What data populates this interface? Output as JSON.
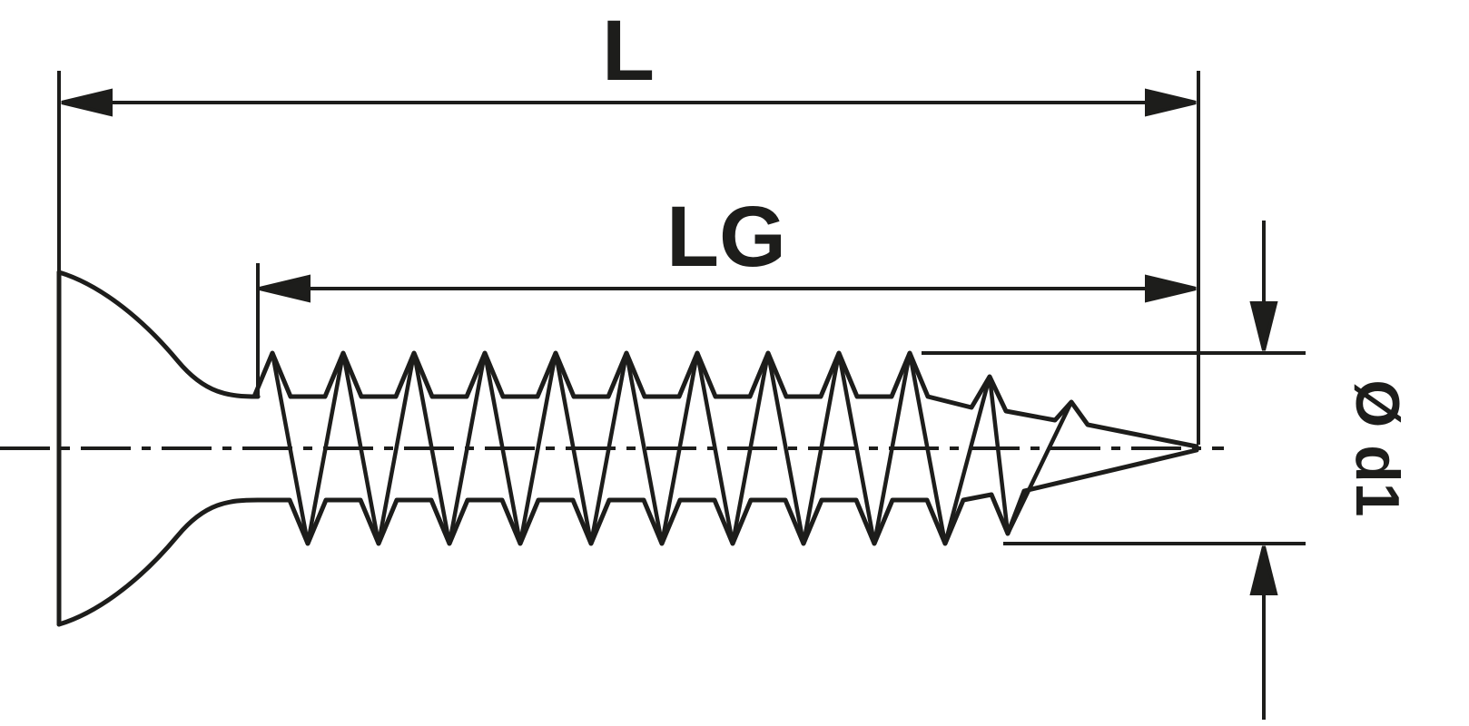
{
  "colors": {
    "line": "#1d1d1b",
    "background": "#ffffff"
  },
  "labels": {
    "total_length": "L",
    "thread_length": "LG",
    "diameter": "Ø d1"
  }
}
